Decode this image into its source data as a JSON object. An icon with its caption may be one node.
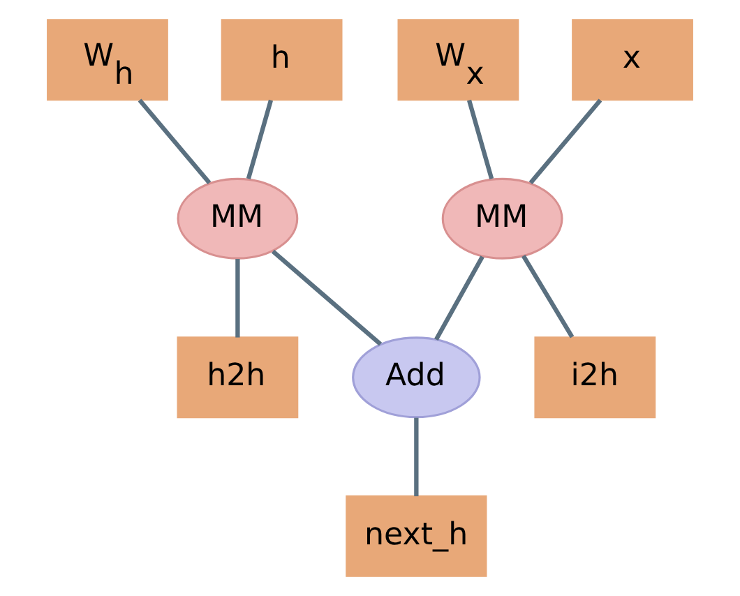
{
  "diagram": {
    "nodes": [
      {
        "text": [
          "W$_{h}$"
        ]
      },
      {
        "text": [
          "h"
        ]
      },
      {
        "text": [
          "W$_{x}$"
        ]
      },
      {
        "text": [
          "x"
        ]
      },
      {
        "text": [
          "MM"
        ]
      },
      {
        "text": [
          "MM"
        ]
      },
      {
        "text": [
          "h2h"
        ]
      },
      {
        "text": [
          "Add"
        ]
      },
      {
        "text": [
          "i2h"
        ]
      },
      {
        "text": [
          "next_h"
        ]
      }
    ],
    "edges": [
      {
        "from": 0,
        "to": 4,
        "arrow": "none"
      },
      {
        "from": 1,
        "to": 4,
        "arrow": "none"
      },
      {
        "from": 2,
        "to": 5,
        "arrow": "none"
      },
      {
        "from": 3,
        "to": 5,
        "arrow": "none"
      },
      {
        "from": 4,
        "to": 6,
        "arrow": "none"
      },
      {
        "from": 4,
        "to": 7,
        "arrow": "none"
      },
      {
        "from": 5,
        "to": 7,
        "arrow": "none"
      },
      {
        "from": 5,
        "to": 8,
        "arrow": "none"
      },
      {
        "from": 7,
        "to": 9,
        "arrow": "none"
      }
    ]
  }
}
